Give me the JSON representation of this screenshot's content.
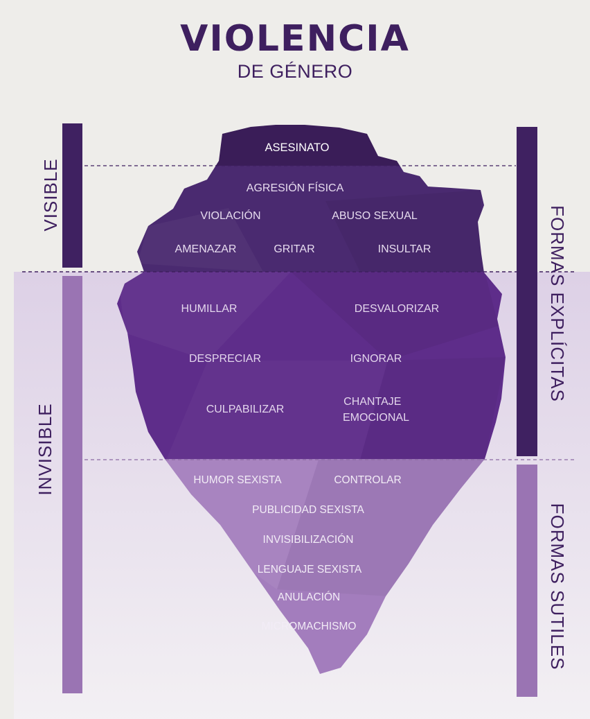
{
  "title": "VIOLENCIA",
  "subtitle": "DE GÉNERO",
  "side_labels": {
    "visible": "VISIBLE",
    "invisible": "INVISIBLE",
    "explicit_forms": "FORMAS EXPLÍCITAS",
    "subtle_forms": "FORMAS SUTILES"
  },
  "layers": [
    {
      "level": "visible-top",
      "items": [
        "ASESINATO"
      ]
    },
    {
      "level": "visible",
      "items": [
        "AGRESIÓN FÍSICA",
        "VIOLACIÓN",
        "ABUSO SEXUAL",
        "AMENAZAR",
        "GRITAR",
        "INSULTAR"
      ]
    },
    {
      "level": "invisible-explicit",
      "items": [
        "HUMILLAR",
        "DESVALORIZAR",
        "DESPRECIAR",
        "IGNORAR",
        "CULPABILIZAR",
        "CHANTAJE EMOCIONAL"
      ]
    },
    {
      "level": "invisible-subtle",
      "items": [
        "HUMOR SEXISTA",
        "CONTROLAR",
        "PUBLICIDAD SEXISTA",
        "INVISIBILIZACIÓN",
        "LENGUAJE SEXISTA",
        "ANULACIÓN",
        "MICROMACHISMO"
      ]
    }
  ],
  "colors": {
    "background": "#eeedea",
    "title": "#3e1f5f",
    "bar_dark": "#3f2161",
    "bar_light": "#9a74b3",
    "peak": "#3a1d58",
    "visible_band": "#4a2a70",
    "explicit_band": "#5e2d8a",
    "subtle_band": "#a37dbd"
  }
}
